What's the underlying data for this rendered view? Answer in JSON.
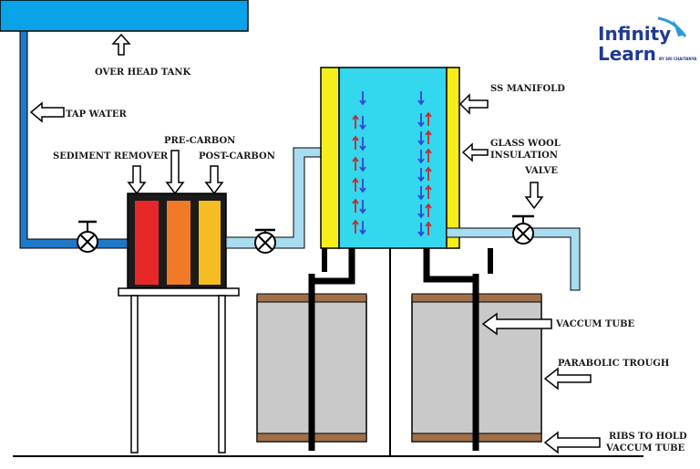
{
  "labels": {
    "overhead_tank": "OVER HEAD TANK",
    "tap_water": "TAP WATER",
    "sediment_remover": "SEDIMENT REMOVER",
    "pre_carbon": "PRE-CARBON",
    "post_carbon": "POST-CARBON",
    "ss_manifold": "SS MANIFOLD",
    "glass_wool_line1": "GLASS WOOL",
    "glass_wool_line2": "INSULATION",
    "valve": "VALVE",
    "vaccum_tube": "VACCUM TUBE",
    "parabolic_trough": "PARABOLIC TROUGH",
    "ribs_line1": "RIBS TO HOLD",
    "ribs_line2": "VACCUM TUBE"
  },
  "logo": {
    "line1": "Infinity",
    "line2": "Learn",
    "tagline": "BY SRI CHAITANYA"
  },
  "colors": {
    "tank_blue": "#0aa3e8",
    "pipe_blue": "#1f78c8",
    "pipe_light": "#a8dcef",
    "manifold": "#33d7ee",
    "insulation": "#f5ee1a",
    "sediment": "#e82828",
    "pre_carbon": "#f07a28",
    "post_carbon": "#f6bd22",
    "trough": "#c9c9c9",
    "rib": "#a0704a",
    "arrow_up": "#c8282d",
    "arrow_down": "#2f47d6"
  }
}
